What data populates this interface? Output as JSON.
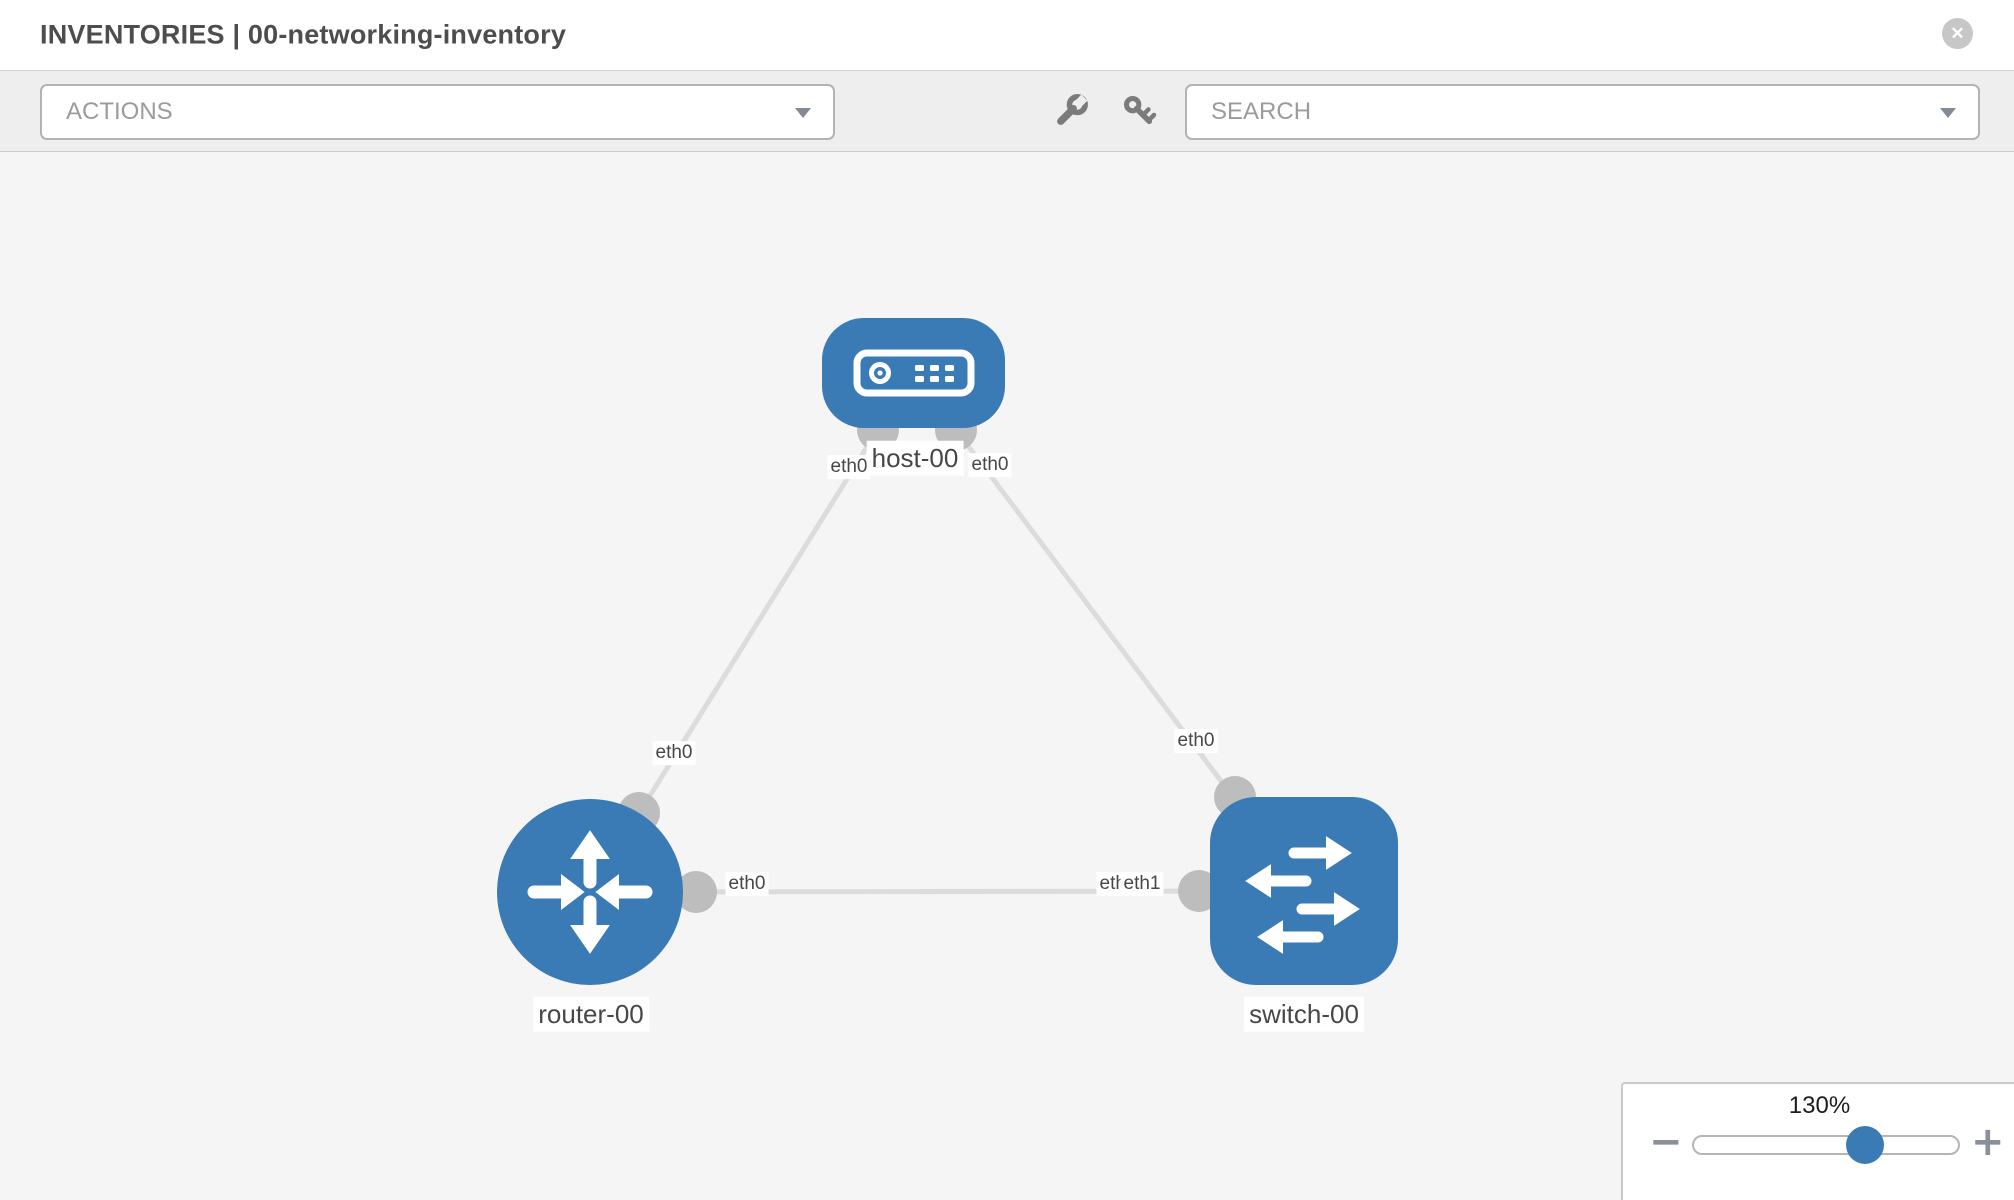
{
  "header": {
    "title": "INVENTORIES | 00-networking-inventory",
    "close_glyph": "✕"
  },
  "toolbar": {
    "actions_label": "ACTIONS",
    "search_label": "SEARCH",
    "icons": [
      "wrench-icon",
      "key-icon"
    ]
  },
  "topology": {
    "nodes": [
      {
        "id": "host-00",
        "type": "host",
        "label": "host-00"
      },
      {
        "id": "router-00",
        "type": "router",
        "label": "router-00"
      },
      {
        "id": "switch-00",
        "type": "switch",
        "label": "switch-00"
      }
    ],
    "links": [
      {
        "from": "host-00",
        "to": "router-00",
        "from_iface": "eth0",
        "to_iface": "eth0"
      },
      {
        "from": "host-00",
        "to": "switch-00",
        "from_iface": "eth0",
        "to_iface": "eth0"
      },
      {
        "from": "router-00",
        "to": "switch-00",
        "from_iface": "eth0",
        "to_iface": "eth1"
      }
    ],
    "port_labels": [
      {
        "text": "eth0"
      },
      {
        "text": "eth0"
      },
      {
        "text": "eth0"
      },
      {
        "text": "eth0"
      },
      {
        "text": "eth0"
      },
      {
        "text": "eth0"
      },
      {
        "text": "eth1"
      }
    ]
  },
  "zoom_control": {
    "value_label": "130%",
    "percent": 130,
    "minus_glyph": "−",
    "plus_glyph": "+"
  },
  "colors": {
    "node_blue": "#3a7ab5",
    "link_gray": "#dcdcdc",
    "port_gray": "#bdbdbd",
    "toolbar_bg": "#eeeeee",
    "canvas_bg": "#f5f5f5"
  }
}
